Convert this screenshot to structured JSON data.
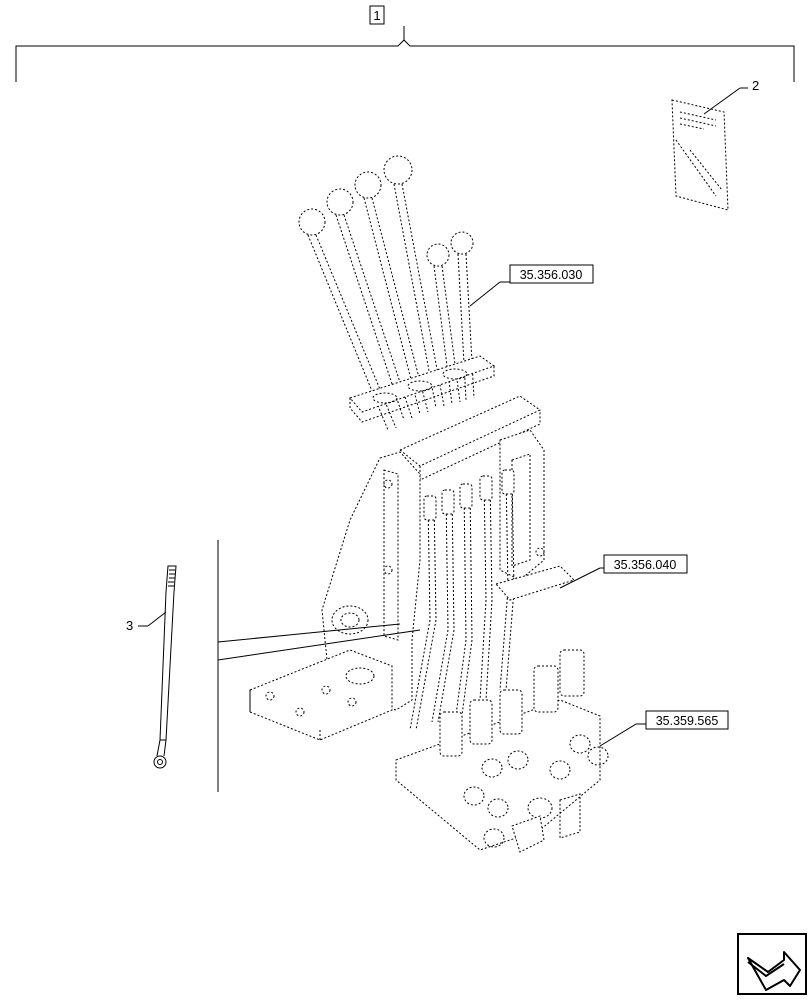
{
  "callouts": {
    "item_1": "1",
    "item_2": "2",
    "item_3": "3"
  },
  "references": {
    "ref_a": "35.356.030",
    "ref_b": "35.356.040",
    "ref_c": "35.359.565"
  },
  "icons": {
    "nav": "next-page-arrow-icon"
  }
}
